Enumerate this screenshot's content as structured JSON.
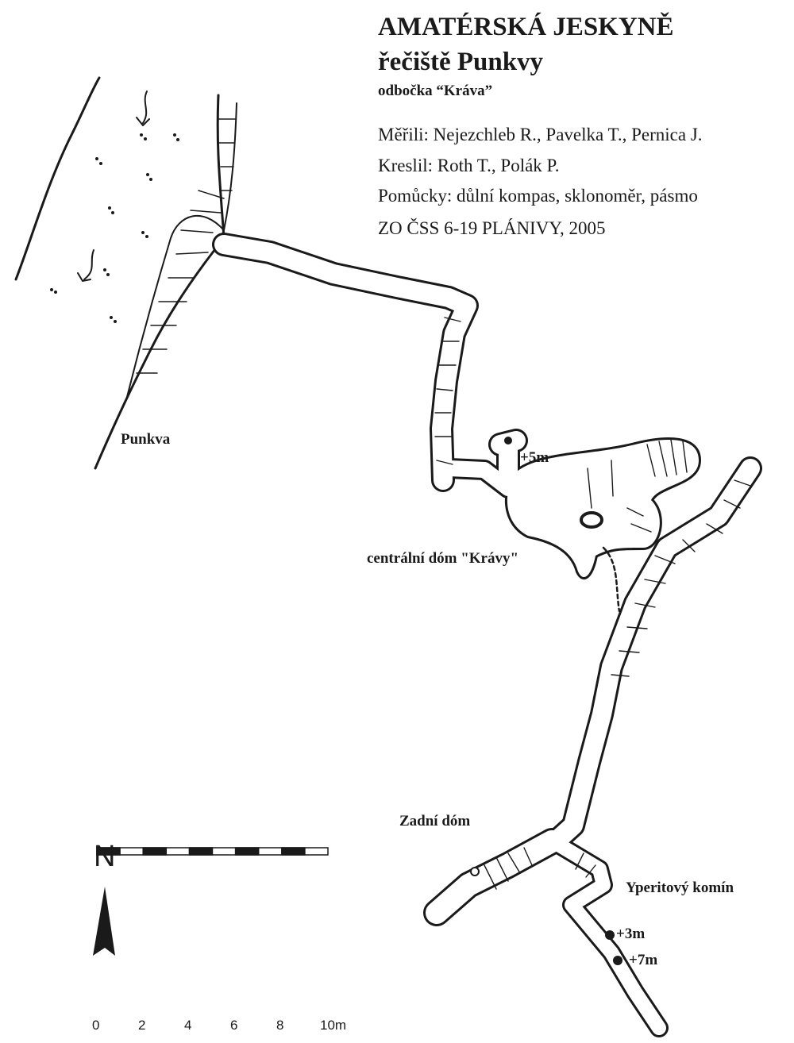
{
  "title": {
    "cave": "AMATÉRSKÁ JESKYNĚ",
    "section": "řečiště Punkvy",
    "branch": "odbočka “Kráva”"
  },
  "credits": {
    "surveyed": "Měřili: Nejezchleb R., Pavelka T., Pernica J.",
    "drawn": "Kreslil: Roth T., Polák P.",
    "tools": "Pomůcky: důlní kompas, sklonoměr, pásmo",
    "org": "ZO ČSS 6-19 PLÁNIVY, 2005"
  },
  "labels": {
    "river": "Punkva",
    "height_5": "+5m",
    "central_dome": "centrální dóm \"Krávy\"",
    "back_dome": "Zadní dóm",
    "chimney": "Yperitový komín",
    "height_3": "+3m",
    "height_7": "+7m"
  },
  "north": {
    "label": "N",
    "icon": "north-arrow-icon"
  },
  "scale": {
    "ticks": [
      "0",
      "2",
      "4",
      "6",
      "8",
      "10m"
    ],
    "length_m": 10
  }
}
